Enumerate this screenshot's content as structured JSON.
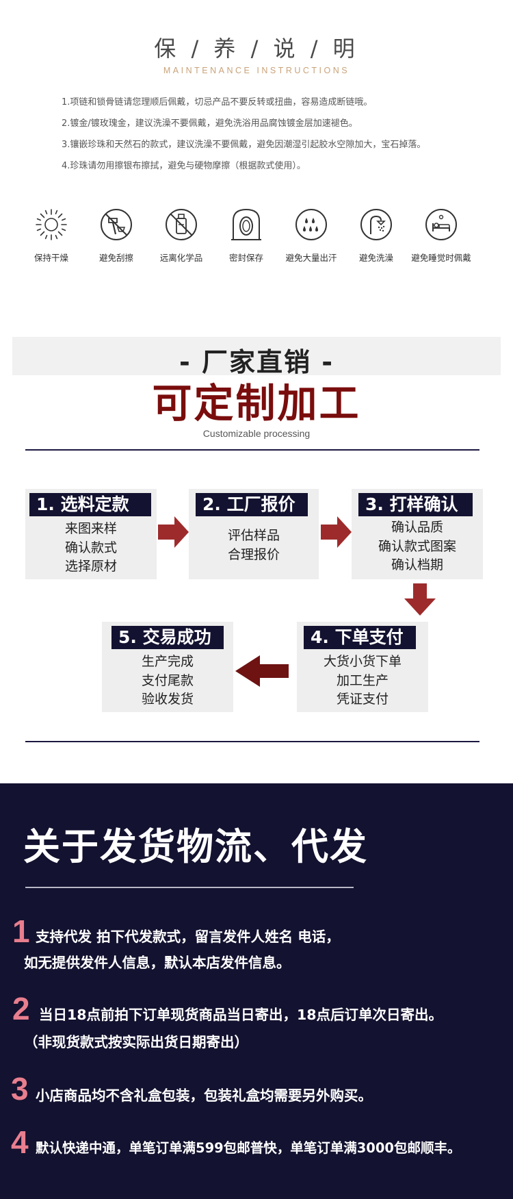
{
  "maintenance": {
    "title": "保 / 养 / 说 / 明",
    "subtitle": "MAINTENANCE INSTRUCTIONS",
    "items": [
      "1.项链和锁骨链请您理顺后佩戴，切忌产品不要反转或扭曲，容易造成断链哦。",
      "2.镀金/镀玫瑰金，建议洗澡不要佩戴，避免洗浴用品腐蚀镀金层加速褪色。",
      "3.镶嵌珍珠和天然石的款式，建议洗澡不要佩戴，避免因潮湿引起胶水空隙加大，宝石掉落。",
      "4.珍珠请勿用擦银布擦拭，避免与硬物摩擦（根据款式使用）。"
    ],
    "icons": [
      {
        "label": "保持干燥",
        "icon": "sun-icon"
      },
      {
        "label": "避免刮擦",
        "icon": "no-hammer-icon"
      },
      {
        "label": "远离化学品",
        "icon": "no-bottle-icon"
      },
      {
        "label": "密封保存",
        "icon": "sealed-bag-icon"
      },
      {
        "label": "避免大量出汗",
        "icon": "sweat-drops-icon"
      },
      {
        "label": "避免洗澡",
        "icon": "shower-icon"
      },
      {
        "label": "避免睡觉时佩戴",
        "icon": "bed-icon"
      }
    ]
  },
  "factory": {
    "title": "- 厂家直销 -",
    "custom_title": "可定制加工",
    "custom_subtitle": "Customizable processing",
    "steps": [
      {
        "head": "1. 选料定款",
        "lines": [
          "来图来样",
          "确认款式",
          "选择原材"
        ]
      },
      {
        "head": "2. 工厂报价",
        "lines": [
          "评估样品",
          "合理报价"
        ]
      },
      {
        "head": "3. 打样确认",
        "lines": [
          "确认品质",
          "确认款式图案",
          "确认档期"
        ]
      },
      {
        "head": "4. 下单支付",
        "lines": [
          "大货小货下单",
          "加工生产",
          "凭证支付"
        ]
      },
      {
        "head": "5. 交易成功",
        "lines": [
          "生产完成",
          "支付尾款",
          "验收发货"
        ]
      }
    ],
    "arrow_color": "#9e2b2b",
    "arrow_color_dark": "#6e1212"
  },
  "shipping": {
    "title": "关于发货物流、代发",
    "items": [
      {
        "num": "1",
        "lines": [
          "支持代发 拍下代发款式，留言发件人姓名 电话，",
          "如无提供发件人信息，默认本店发件信息。"
        ]
      },
      {
        "num": "2",
        "lines": [
          "当日18点前拍下订单现货商品当日寄出，18点后订单次日寄出。",
          "（非现货款式按实际出货日期寄出）"
        ]
      },
      {
        "num": "3",
        "lines": [
          "小店商品均不含礼盒包装，包装礼盒均需要另外购买。"
        ]
      },
      {
        "num": "4",
        "lines": [
          "默认快递中通，单笔订单满599包邮普快，单笔订单满3000包邮顺丰。"
        ]
      }
    ]
  }
}
